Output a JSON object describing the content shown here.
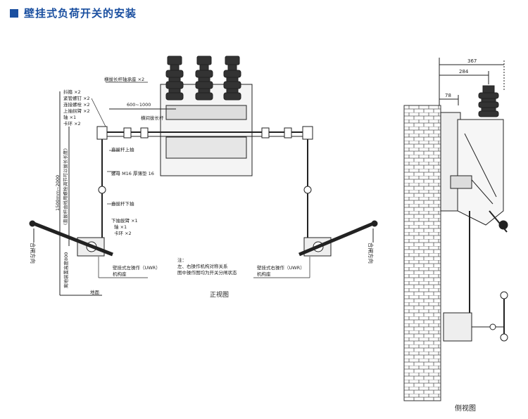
{
  "title": "壁挂式负荷开关的安装",
  "front_view": {
    "caption": "正视图",
    "labels": {
      "shaft_bearing": "横拔长杆轴承座 ×2",
      "left_parts": [
        "抖箍 ×2",
        "紧管螺钉 ×2",
        "连接螺栓 ×2",
        "上抽拐臂 ×2",
        "轴 ×1",
        "卡环 ×2"
      ],
      "span": "600~1000",
      "horizontal_rod": "横间拔长杆",
      "upper_rod": "直拔杆上抽",
      "nut": "螺母 M16 厚薄垫 16",
      "lower_rod": "直拔杆下抽",
      "lower_parts": [
        "下抽拔臂 ×1",
        "轴 ×1",
        "卡环 ×2"
      ],
      "vertical_range": "1500mm~2000",
      "vertical_note": "(直拔杆由线用螺栓调节可以拔长长度)",
      "close_dir_left": "合闸方向",
      "close_dir_right": "合闸方向",
      "ground_height": "离地装置高度800",
      "left_mech_1": "壁挂式左操作（UWR）",
      "left_mech_2": "机构座",
      "right_mech_1": "壁挂式右操作（UWR）",
      "right_mech_2": "机构座",
      "note_1": "注：",
      "note_2": "左、右操作机构对称关系",
      "note_3": "图中操作图均为开关分闸状态",
      "ground": "地面"
    }
  },
  "side_view": {
    "caption": "侧视图",
    "dims": [
      "367",
      "284",
      "78"
    ]
  }
}
